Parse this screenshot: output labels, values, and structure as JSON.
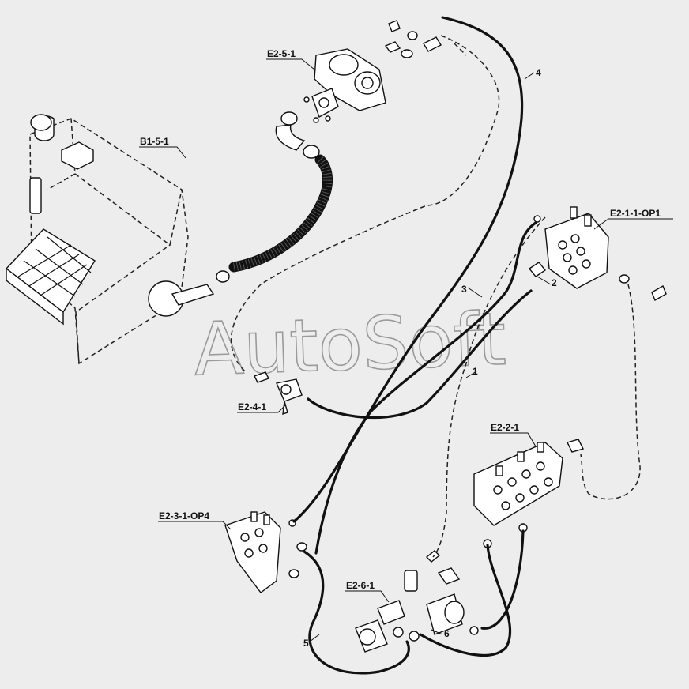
{
  "diagram": {
    "watermark": "AutoSoft",
    "callouts": [
      {
        "id": "E2-5-1",
        "text": "E2-5-1"
      },
      {
        "id": "B1-5-1",
        "text": "B1-5-1"
      },
      {
        "id": "E2-1-1-OP1",
        "text": "E2-1-1-OP1"
      },
      {
        "id": "E2-4-1",
        "text": "E2-4-1"
      },
      {
        "id": "E2-2-1",
        "text": "E2-2-1"
      },
      {
        "id": "E2-3-1-OP4",
        "text": "E2-3-1-OP4"
      },
      {
        "id": "E2-6-1",
        "text": "E2-6-1"
      }
    ],
    "hose_numbers": [
      "1",
      "2",
      "3",
      "4",
      "5",
      "6"
    ]
  }
}
